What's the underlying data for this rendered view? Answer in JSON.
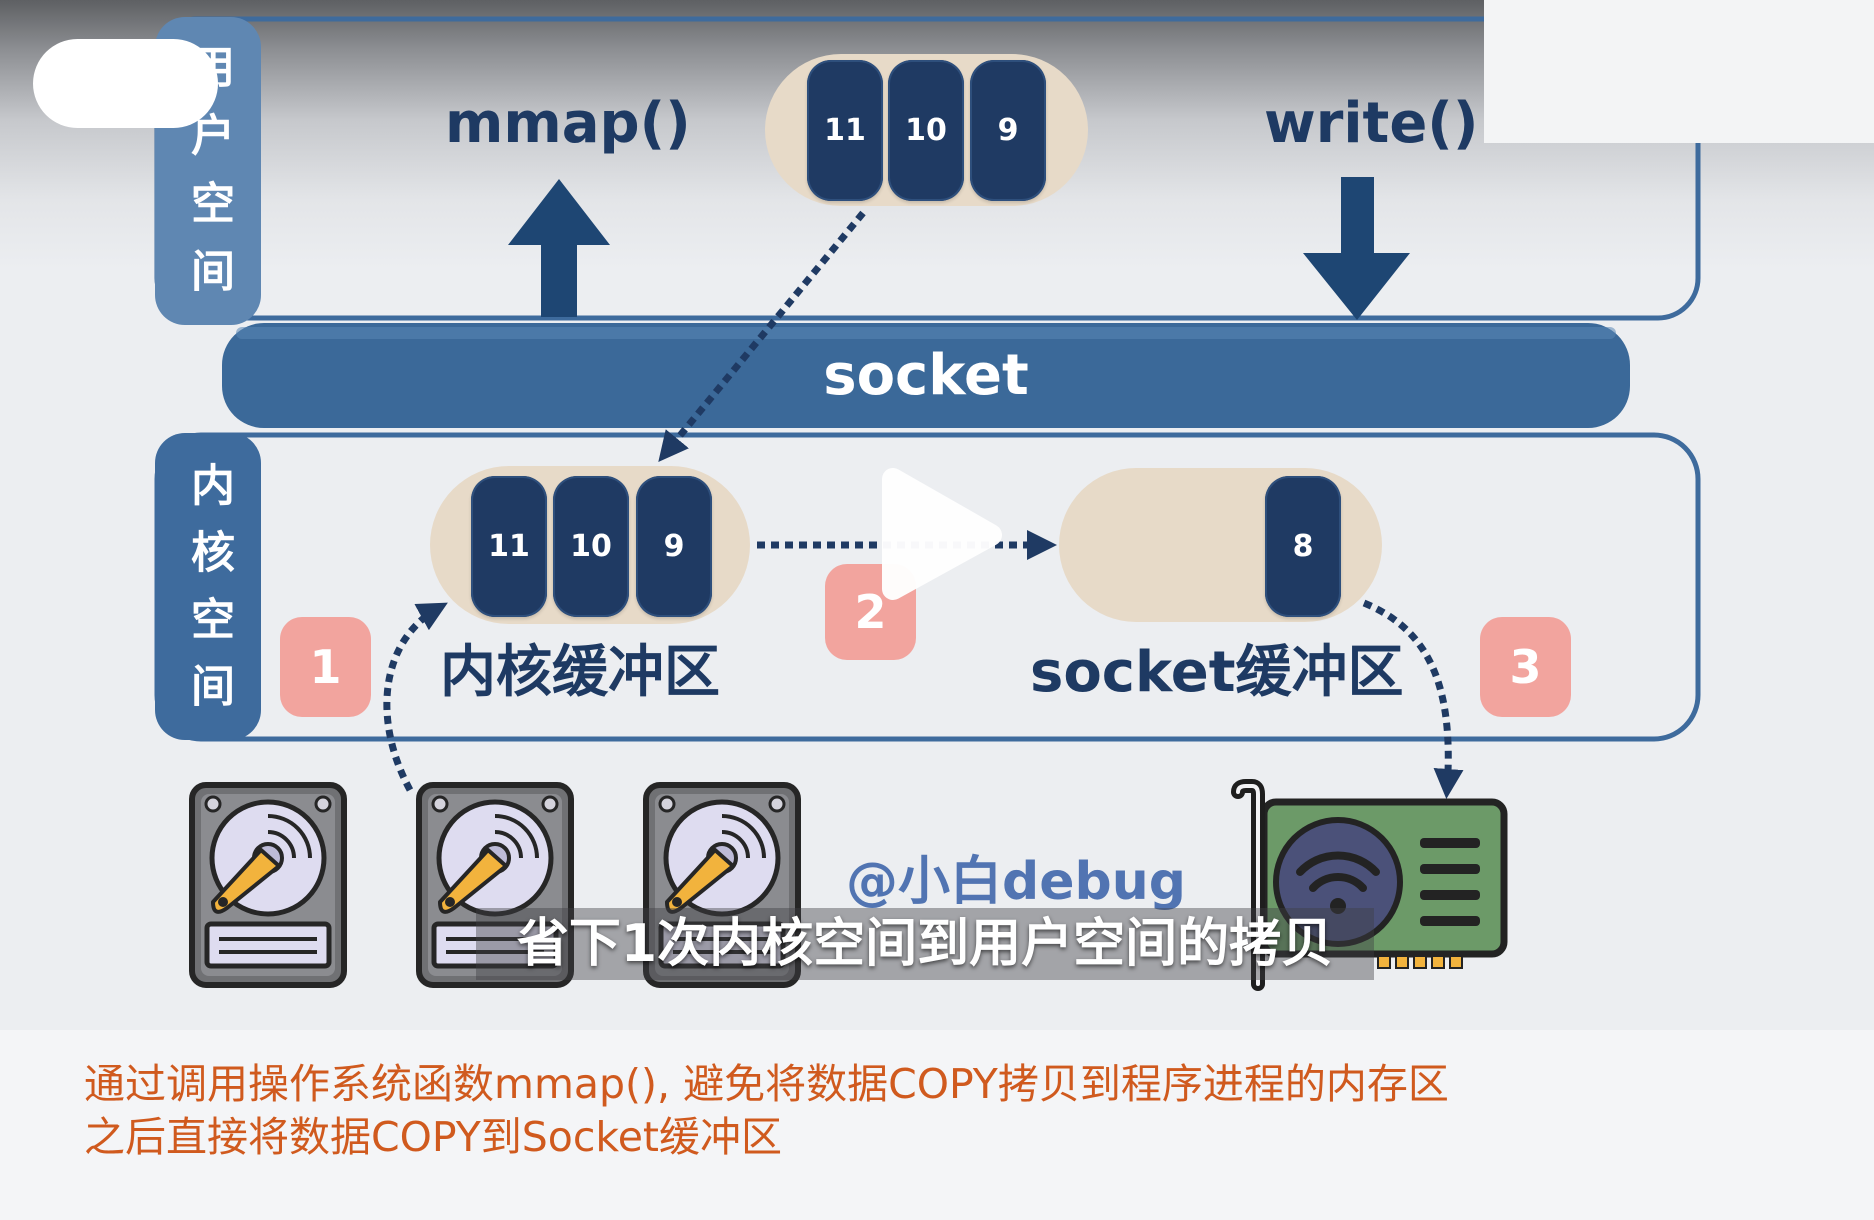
{
  "user_space": {
    "label": "用户空间"
  },
  "kernel_space": {
    "label": "内核空间"
  },
  "syscalls": {
    "mmap": "mmap()",
    "write": "write()"
  },
  "socket_bar": {
    "label": "socket"
  },
  "user_buffer": {
    "blocks": [
      "11",
      "10",
      "9"
    ]
  },
  "kernel_buffer": {
    "label": "内核缓冲区",
    "blocks": [
      "11",
      "10",
      "9"
    ]
  },
  "socket_buffer": {
    "label": "socket缓冲区",
    "blocks": [
      "8"
    ]
  },
  "steps": [
    "1",
    "2",
    "3"
  ],
  "watermark": "@小白debug",
  "subtitle": "省下1次内核空间到用户空间的拷贝",
  "caption": {
    "line1": "通过调用操作系统函数mmap(), 避免将数据COPY拷贝到程序进程的内存区",
    "line2": "之后直接将数据COPY到Socket缓冲区"
  },
  "icons": {
    "disks": [
      "hard-disk-icon",
      "hard-disk-icon",
      "hard-disk-icon"
    ],
    "network_card": "network-card-icon",
    "play": "play-icon",
    "arrows": [
      "arrow-up-icon",
      "arrow-down-icon"
    ]
  },
  "colors": {
    "navy": "#1f3a63",
    "panel_blue": "#3e6b9d",
    "pill_beige": "#e7dac8",
    "badge_pink": "#f2a49e",
    "caption_orange": "#d05a1e"
  }
}
